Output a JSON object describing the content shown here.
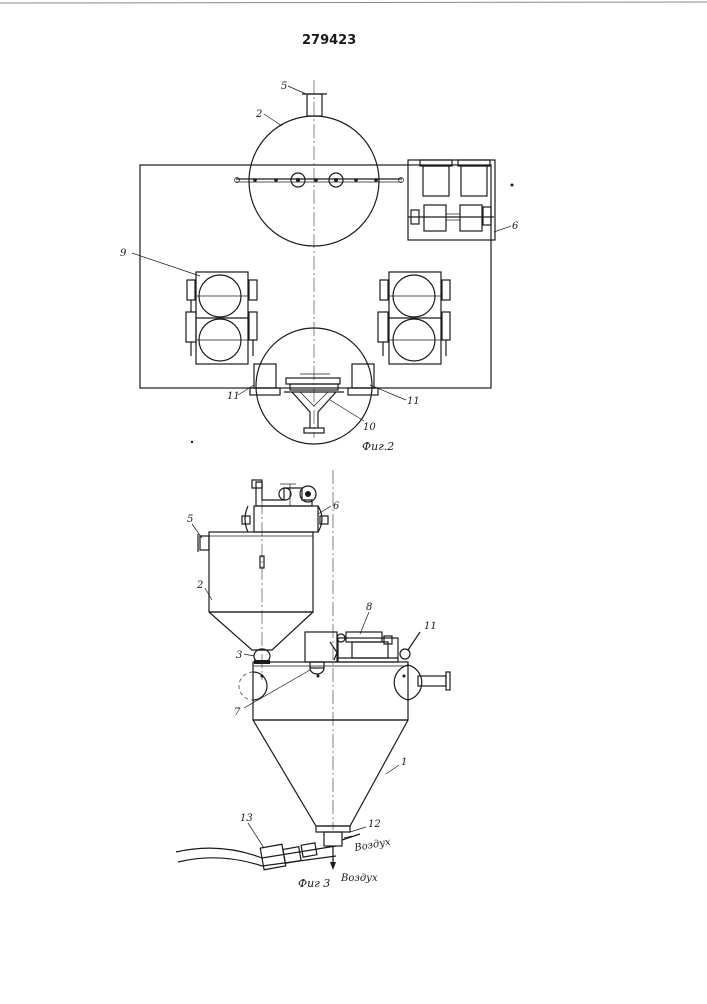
{
  "document": {
    "patent_number": "279423"
  },
  "fig2": {
    "caption": "Фиг.2",
    "labels": {
      "l5": "5",
      "l2": "2",
      "l6": "6",
      "l9": "9",
      "l11a": "11",
      "l11b": "11",
      "l10": "10"
    }
  },
  "fig3": {
    "caption": "Фиг 3",
    "labels": {
      "l6": "6",
      "l5": "5",
      "l2": "2",
      "l8": "8",
      "l11": "11",
      "l3": "3",
      "l7": "7",
      "l1": "1",
      "l12": "12",
      "l13": "13"
    },
    "air_upper": "Воздух",
    "air_lower": "Воздух"
  }
}
